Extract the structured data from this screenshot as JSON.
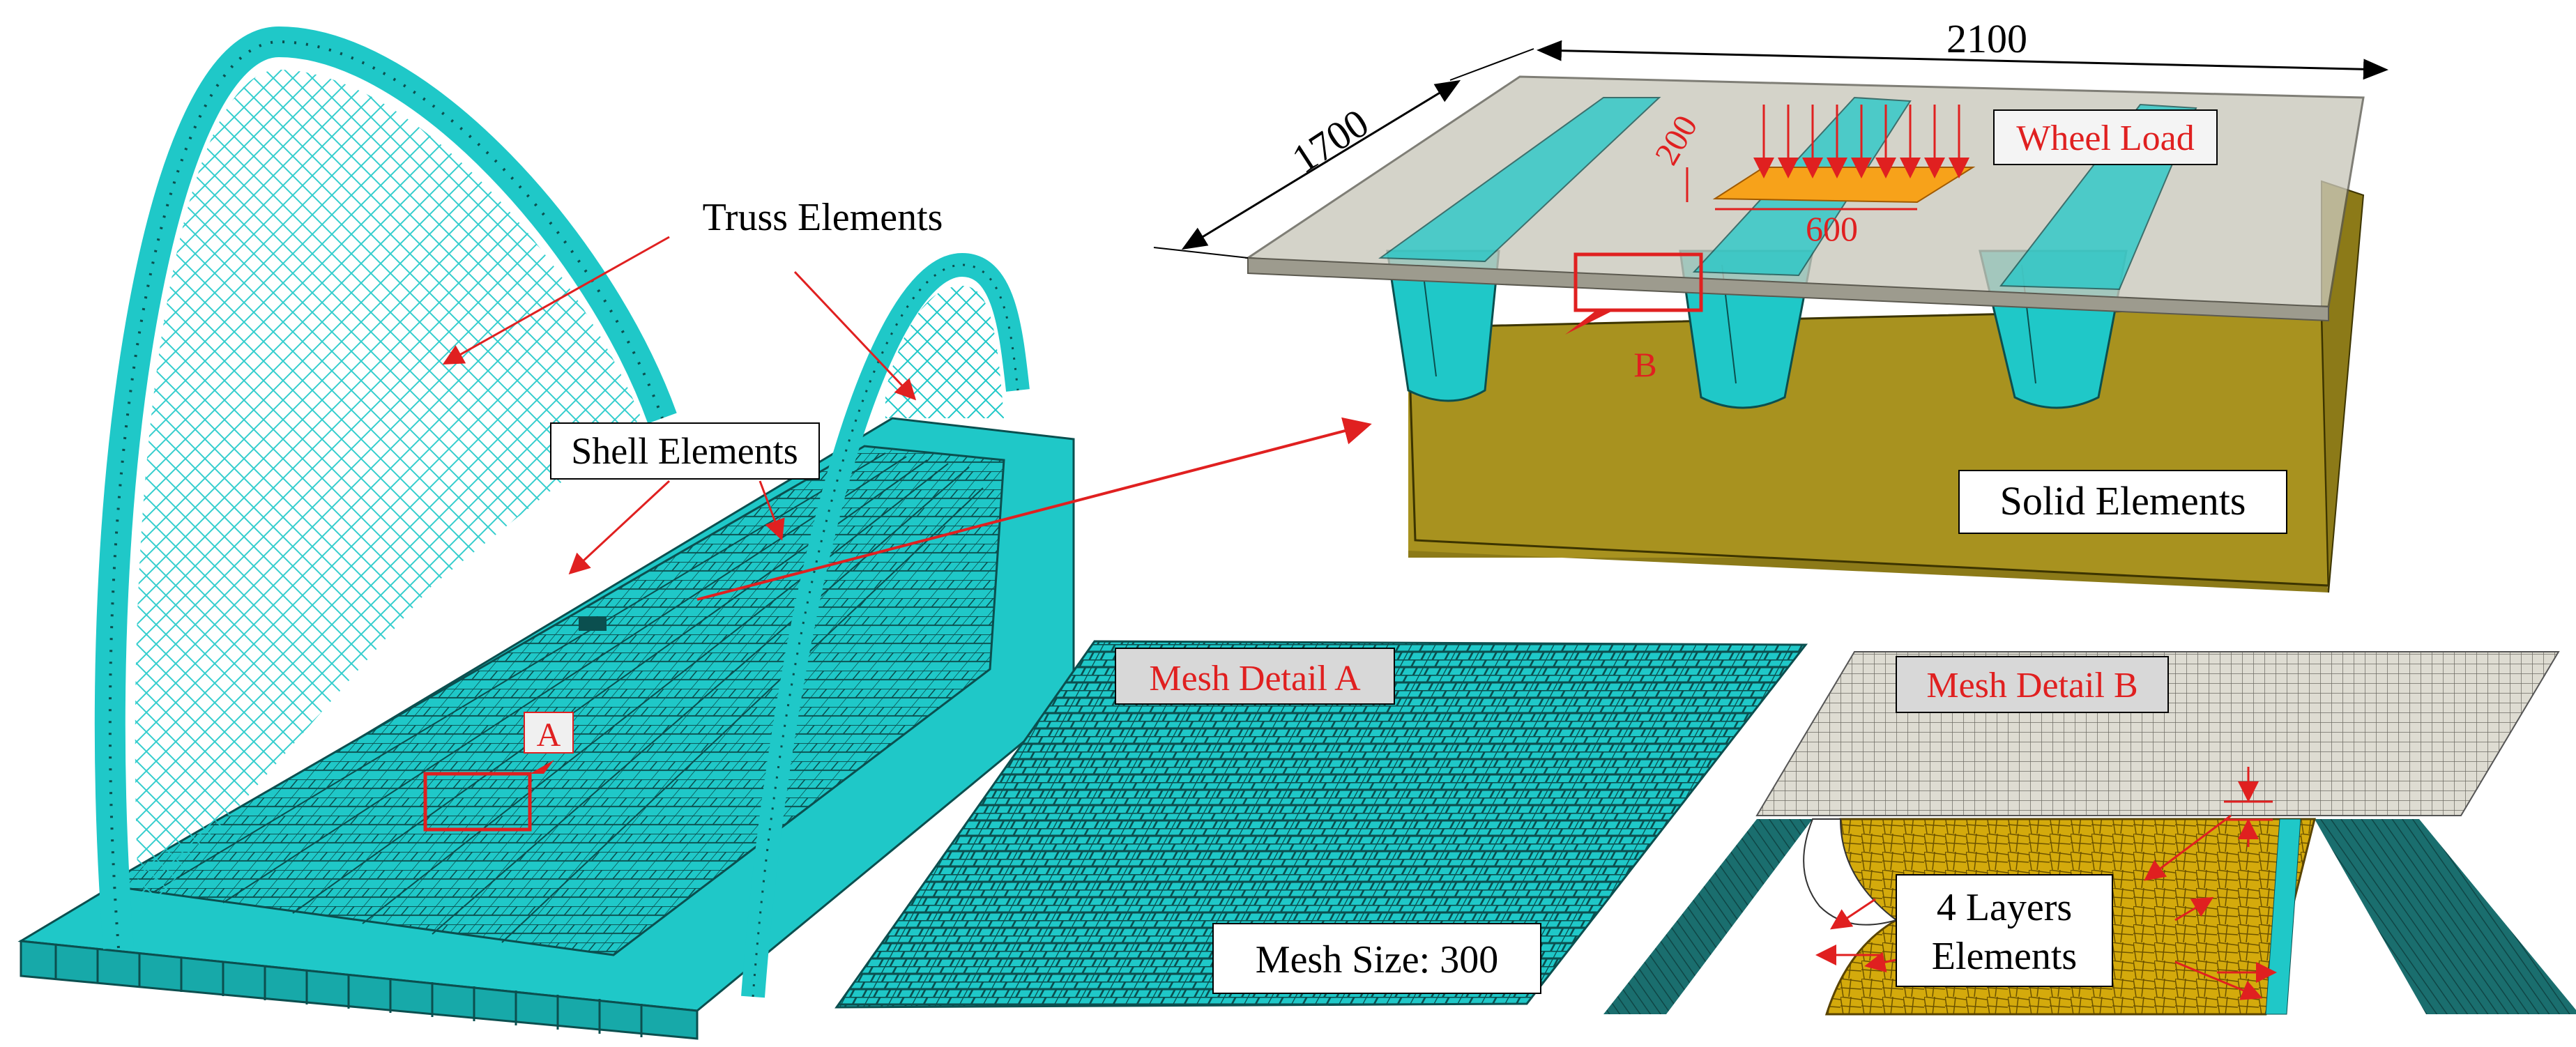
{
  "labels": {
    "truss": "Truss Elements",
    "shell": "Shell Elements",
    "solid": "Solid Elements",
    "wheel_load": "Wheel Load",
    "mesh_a_title": "Mesh Detail A",
    "mesh_a_size": "Mesh Size: 300",
    "mesh_b_title": "Mesh Detail B",
    "layers_line1": "4 Layers",
    "layers_line2": "Elements",
    "marker_a": "A",
    "marker_b": "B"
  },
  "dimensions": {
    "length": "2100",
    "width": "1700",
    "load_width": "200",
    "load_length": "600"
  },
  "colors": {
    "mesh_cyan": "#1FC8C8",
    "mesh_line": "#0B4F4F",
    "solid_gold": "#A8921F",
    "deck_grey": "#BEBCAE",
    "load_orange": "#F7A21A",
    "annotation_red": "#E02020",
    "weld_yellow": "#D4AA0C",
    "dark_teal": "#1A6E6E"
  }
}
